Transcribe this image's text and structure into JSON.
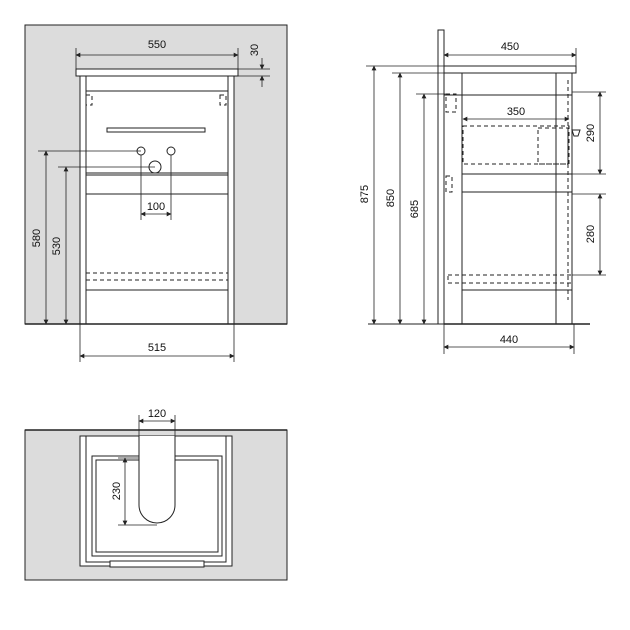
{
  "front_view": {
    "width_top": "550",
    "top_thickness": "30",
    "hole_spacing": "100",
    "height_580": "580",
    "height_530": "530",
    "base_width": "515"
  },
  "side_view": {
    "depth_top": "450",
    "inner_width": "350",
    "height_875": "875",
    "height_850": "850",
    "height_685": "685",
    "height_290": "290",
    "height_280": "280",
    "base_depth": "440"
  },
  "plan_view": {
    "cutout_width": "120",
    "cutout_depth": "230"
  },
  "colors": {
    "wall": "#dcdcdc",
    "line": "#222222",
    "background": "#ffffff"
  }
}
